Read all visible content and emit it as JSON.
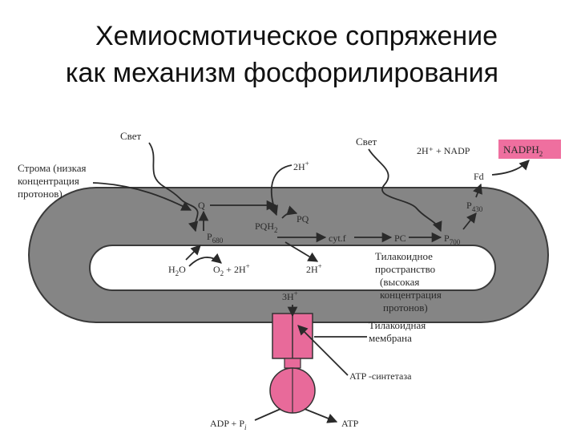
{
  "title": {
    "line1": "Хемиосмотическое сопряжение",
    "line2": "как механизм фосфорилирования"
  },
  "diagram": {
    "light_left": "Свет",
    "light_right": "Свет",
    "stroma_l1": "Строма (низкая",
    "stroma_l2": "концентрация",
    "stroma_l3": "протонов)",
    "h_top": "2H",
    "h_top_sup": "+",
    "q": "Q",
    "pqh2": "PQH",
    "pqh2_sub": "2",
    "pq": "PQ",
    "p680": "P",
    "p680_sub": "680",
    "cytf": "cyt.f",
    "pc": "PC",
    "p700": "P",
    "p700_sub": "700",
    "p430": "P",
    "p430_sub": "430",
    "fd": "Fd",
    "nadp": "2H⁺ + NADP",
    "nadph2": "NADPH",
    "nadph2_sub": "2",
    "h2o": "H",
    "h2o_sub": "2",
    "h2o_o": "O",
    "o2": "O",
    "o2_sub": "2",
    "o2_rest": " + 2H",
    "o2_sup": "+",
    "h_lumen": "2H",
    "h_lumen_sup": "+",
    "lumen_l1": "Тилакоидное",
    "lumen_l2": "пространство",
    "lumen_l3": "(высокая",
    "lumen_l4": "концентрация",
    "lumen_l5": "протонов)",
    "h3": "3H",
    "h3_sup": "+",
    "membrane_l1": "Тилакоидная",
    "membrane_l2": "мембрана",
    "atp_synthase": "ATP -синтетаза",
    "adp": "ADP + P",
    "adp_sub": "i",
    "atp": "ATP"
  },
  "colors": {
    "membrane": "#858585",
    "pink": "#e86a9a",
    "nadph_bg": "#ef6f9f",
    "paper": "#ffffff",
    "ink": "#2a2a2a"
  }
}
